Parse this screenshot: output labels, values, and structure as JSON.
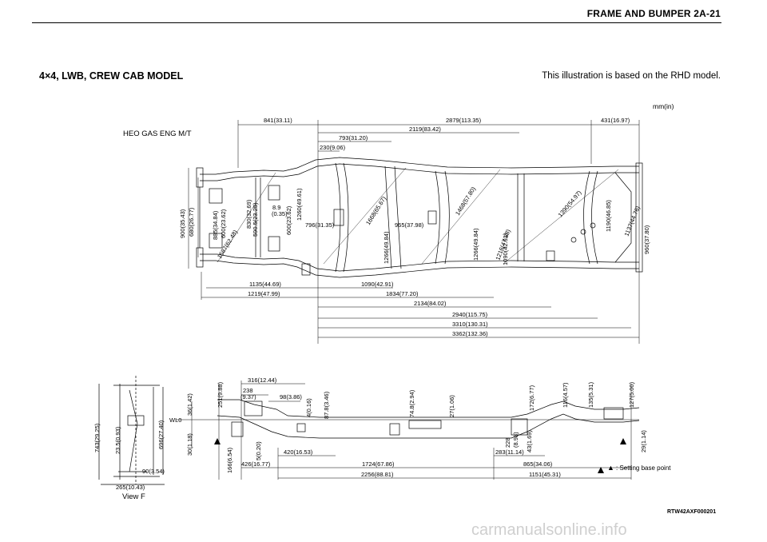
{
  "header": {
    "title": "FRAME AND BUMPER  2A-21"
  },
  "model_title": "4×4, LWB, CREW CAB MODEL",
  "note": "This illustration is based on the RHD model.",
  "units": "mm(in)",
  "engine_label": "HEO GAS ENG M/T",
  "view_label": "View F",
  "reference_label": "WL0",
  "legend": {
    "symbol": "▲",
    "text": ": Setting base point"
  },
  "figure_code": "RTW42AXF000201",
  "watermark": "carmanualsonline.info",
  "plan_dimensions": {
    "top": [
      "841(33.11)",
      "2879(113.35)",
      "431(16.97)",
      "2119(83.42)",
      "793(31.20)",
      "230(9.06)"
    ],
    "left_vertical": [
      "900(35.43)",
      "680(26.77)",
      "885(34.84)",
      "600(23.62)",
      "1587(62.48)"
    ],
    "inner": [
      "8.9",
      "(0.35)",
      "830(32.69)",
      "590.5(23.25)",
      "600(23.62)",
      "1260(49.61)",
      "796(31.35)",
      "965(37.98)",
      "1668(65.67)",
      "1468(57.80)",
      "1266(49.84)",
      "1266(49.84)",
      "1216(47.88)",
      "1090(42.91)",
      "1390(54.97)",
      "1190(46.85)",
      "1137(44.76)",
      "960(37.80)"
    ],
    "bottom": [
      "1135(44.69)",
      "1090(42.91)",
      "1219(47.99)",
      "1834(77.20)",
      "2134(84.02)",
      "2940(115.75)",
      "3310(130.31)",
      "3362(132.36)"
    ]
  },
  "side_dimensions": {
    "upper": [
      "316(12.44)",
      "238",
      "(9.37)",
      "98(3.86)",
      "36(1.42)",
      "251(9.88)",
      "4(0.16)",
      "87.8(3.46)",
      "74.8(2.94)",
      "27(1.06)",
      "172(6.77)",
      "116(4.57)",
      "135(5.31)",
      "127(5.00)"
    ],
    "left": [
      "30(1.18)",
      "166(6.54)",
      "5(0.20)"
    ],
    "lower": [
      "426(16.77)",
      "420(16.53)",
      "1724(67.86)",
      "2256(88.81)",
      "228",
      "(8.98)",
      "283(11.14)",
      "43(1.69)",
      "865(34.06)",
      "1151(45.31)",
      "29(1.14)"
    ]
  },
  "view_f_dimensions": [
    "743(29.25)",
    "23.5(0.93)",
    "696(27.40)",
    "90(3.54)",
    "265(10.43)"
  ]
}
